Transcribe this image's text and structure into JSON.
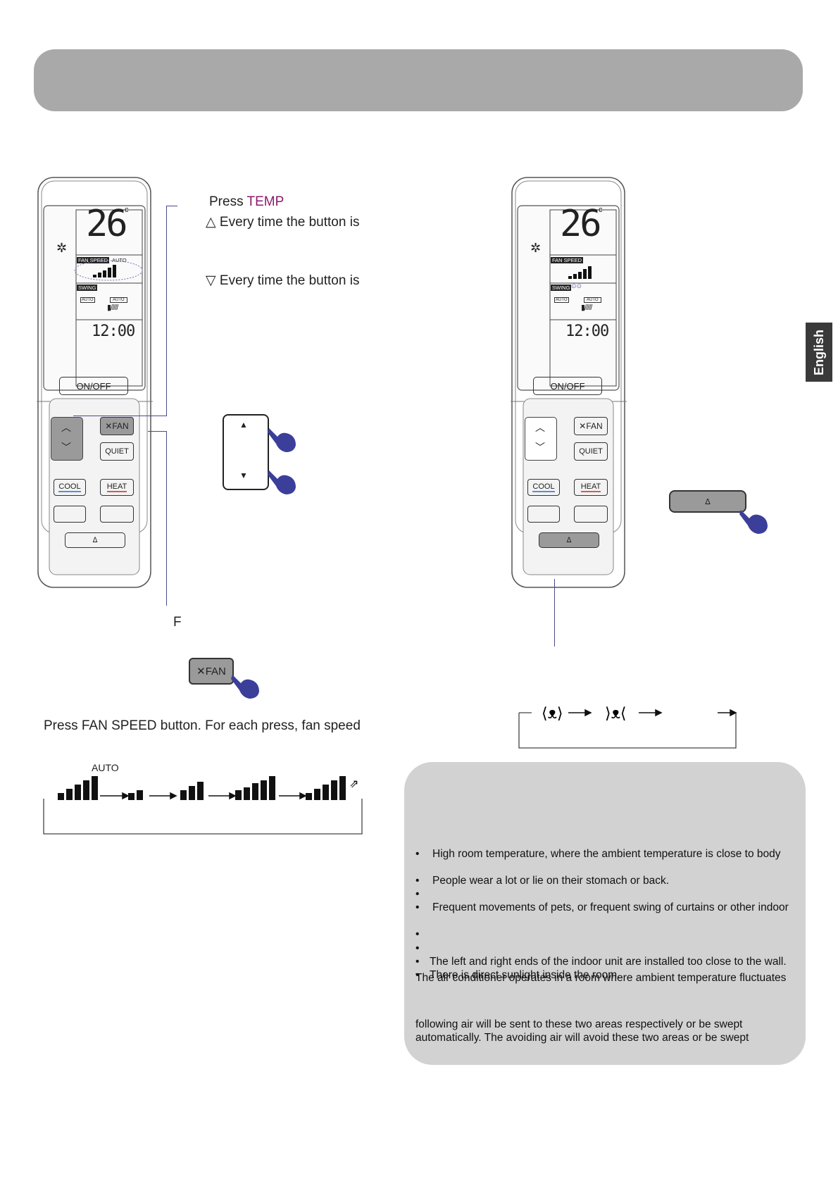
{
  "language_tab": "English",
  "remote": {
    "temperature": "26",
    "temp_unit": "c",
    "fan_speed_label": "FAN SPEED",
    "auto_label": "AUTO",
    "swing_label": "SWING",
    "swing_auto": "AUTO",
    "swing_auto_right": "AUTO",
    "clock": "12:00",
    "onoff_label": "ON/OFF",
    "fan_label": "FAN",
    "quiet_label": "QUIET",
    "cool_label": "COOL",
    "heat_label": "HEAT"
  },
  "temp_section": {
    "press": "Press ",
    "temp_word": "TEMP",
    "up_text": "Every time the button is",
    "down_text": "Every time the button is"
  },
  "fan_section": {
    "callout_letter": "F",
    "fan_button_label": "FAN",
    "instruction": "Press FAN SPEED button. For each press, fan speed",
    "auto_label": "AUTO"
  },
  "notes": [
    "High room temperature, where the ambient temperature is close to body",
    "People wear a lot or lie on their stomach or back.",
    "",
    "Frequent movements of pets, or frequent swing of curtains or other indoor",
    "",
    "",
    "The left and right ends of the indoor unit are installed too close to the wall.",
    "There is direct sunlight inside the room."
  ],
  "notes_para1": "The air conditioner operates in a room where ambient temperature fluctuates",
  "notes_para2_line1": "following air will be sent to these two areas respectively or be swept",
  "notes_para2_line2": "automatically. The avoiding air will avoid these two areas or be swept",
  "colors": {
    "accent_temp": "#8b1a6b",
    "hand": "#3b3f9a",
    "header": "#a9a9a9",
    "panel": "#d2d2d2"
  }
}
